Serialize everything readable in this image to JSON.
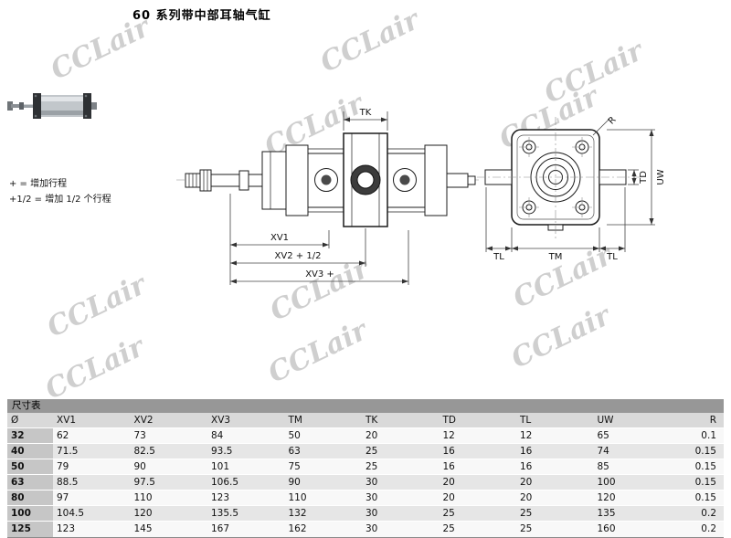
{
  "page": {
    "title": "60 系列带中部耳轴气缸",
    "watermark_text": "CCLair"
  },
  "notes": {
    "line1": "+ = 增加行程",
    "line2": "+1/2 = 增加 1/2 个行程"
  },
  "drawing": {
    "side_view_labels": {
      "tk": "TK",
      "xv1": "XV1",
      "xv2": "XV2 + 1/2",
      "xv3": "XV3 +"
    },
    "end_view_labels": {
      "r": "R",
      "td": "TD",
      "uw": "UW",
      "tm": "TM",
      "tl": "TL"
    }
  },
  "colors": {
    "watermark": "#8f8f8f",
    "table_caption_bg": "#979797",
    "table_header_bg": "#d9d9d9",
    "diameter_col_bg": "#c6c6c6"
  },
  "table": {
    "caption": "尺寸表",
    "headers": [
      "Ø",
      "XV1",
      "XV2",
      "XV3",
      "TM",
      "TK",
      "TD",
      "TL",
      "UW",
      "R"
    ],
    "rows": [
      [
        "32",
        "62",
        "73",
        "84",
        "50",
        "20",
        "12",
        "12",
        "65",
        "0.1"
      ],
      [
        "40",
        "71.5",
        "82.5",
        "93.5",
        "63",
        "25",
        "16",
        "16",
        "74",
        "0.15"
      ],
      [
        "50",
        "79",
        "90",
        "101",
        "75",
        "25",
        "16",
        "16",
        "85",
        "0.15"
      ],
      [
        "63",
        "88.5",
        "97.5",
        "106.5",
        "90",
        "30",
        "20",
        "20",
        "100",
        "0.15"
      ],
      [
        "80",
        "97",
        "110",
        "123",
        "110",
        "30",
        "20",
        "20",
        "120",
        "0.15"
      ],
      [
        "100",
        "104.5",
        "120",
        "135.5",
        "132",
        "30",
        "25",
        "25",
        "135",
        "0.2"
      ],
      [
        "125",
        "123",
        "145",
        "167",
        "162",
        "30",
        "25",
        "25",
        "160",
        "0.2"
      ]
    ]
  }
}
